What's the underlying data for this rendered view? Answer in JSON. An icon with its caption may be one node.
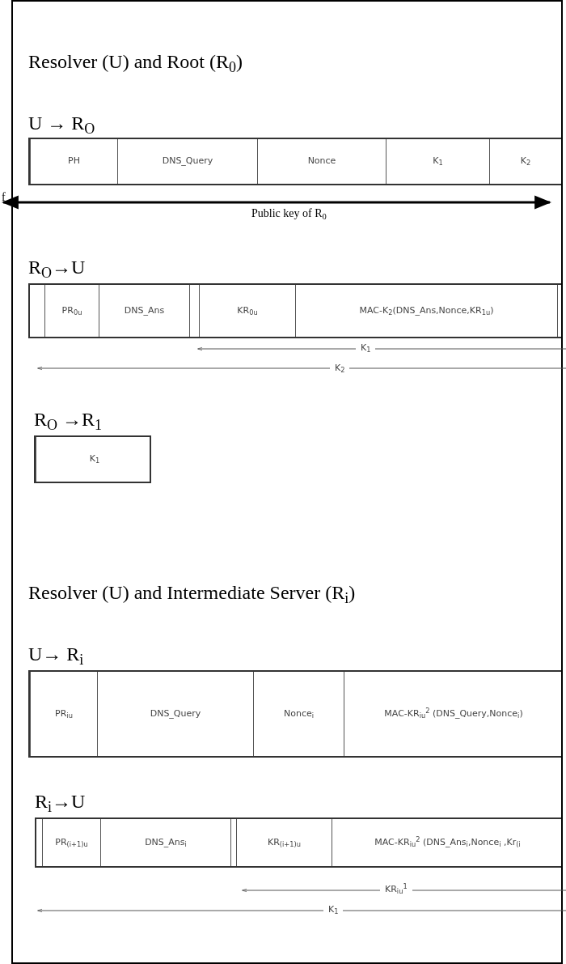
{
  "diagram": {
    "nodes": [
      {
        "text": [
          "U → R$_{O}$"
        ]
      },
      {
        "text": [
          "PH"
        ],
        "in": 0
      },
      {
        "text": [
          "DNS_Query"
        ],
        "in": 0
      },
      {
        "text": [
          "Nonce"
        ],
        "in": 0
      },
      {
        "text": [
          "K$_{1}$"
        ],
        "in": 0
      },
      {
        "text": [
          "K$_{2}$"
        ],
        "in": 0
      },
      {
        "text": [
          "R$_{O}$→U"
        ]
      },
      {
        "text": [
          "PR$_{0u}$"
        ],
        "in": 6
      },
      {
        "text": [
          "DNS_Ans"
        ],
        "in": 6
      },
      {
        "text": [
          "KR$_{0u}$"
        ],
        "in": 6
      },
      {
        "text": [
          "MAC-K$_{2}$(DNS_Ans,Nonce,KR$_{1u}$)"
        ],
        "in": 6
      },
      {
        "text": [
          "R$_{O}$ →R$_{1}$"
        ]
      },
      {
        "text": [
          "K$_{1}$"
        ],
        "in": 11
      },
      {
        "text": [
          "U→ R$_{i}$"
        ]
      },
      {
        "text": [
          "PR$_{iu}$"
        ],
        "in": 13
      },
      {
        "text": [
          "DNS_Query"
        ],
        "in": 13
      },
      {
        "text": [
          "Nonce$_{i}$"
        ],
        "in": 13
      },
      {
        "text": [
          "MAC-KR$_{iu}$$^{2}$ (DNS_Query,Nonce$_{i}$)"
        ],
        "in": 13
      },
      {
        "text": [
          "R$_{i}$→U"
        ]
      },
      {
        "text": [
          "PR$_{(i+1)u}$"
        ],
        "in": 18
      },
      {
        "text": [
          "DNS_Ans$_{i}$"
        ],
        "in": 18
      },
      {
        "text": [
          "KR$_{(i+1)u}$"
        ],
        "in": 18
      },
      {
        "text": [
          "MAC-KR$_{iu}$$^{2}$ (DNS_Ans$_{i}$,Nonce$_{i}$ ,Kr$_{(i}$"
        ],
        "in": 18
      }
    ],
    "labels": [
      "Resolver (U) and Root (R$_{0}$)",
      "f",
      "Public key of R$_{0}$",
      "K$_{1}$",
      "K$_{2}$",
      "Resolver (U) and Intermediate Server (R$_{i}$)",
      "KR$_{iu}$$^{1}$",
      "K$_{1}$"
    ]
  }
}
